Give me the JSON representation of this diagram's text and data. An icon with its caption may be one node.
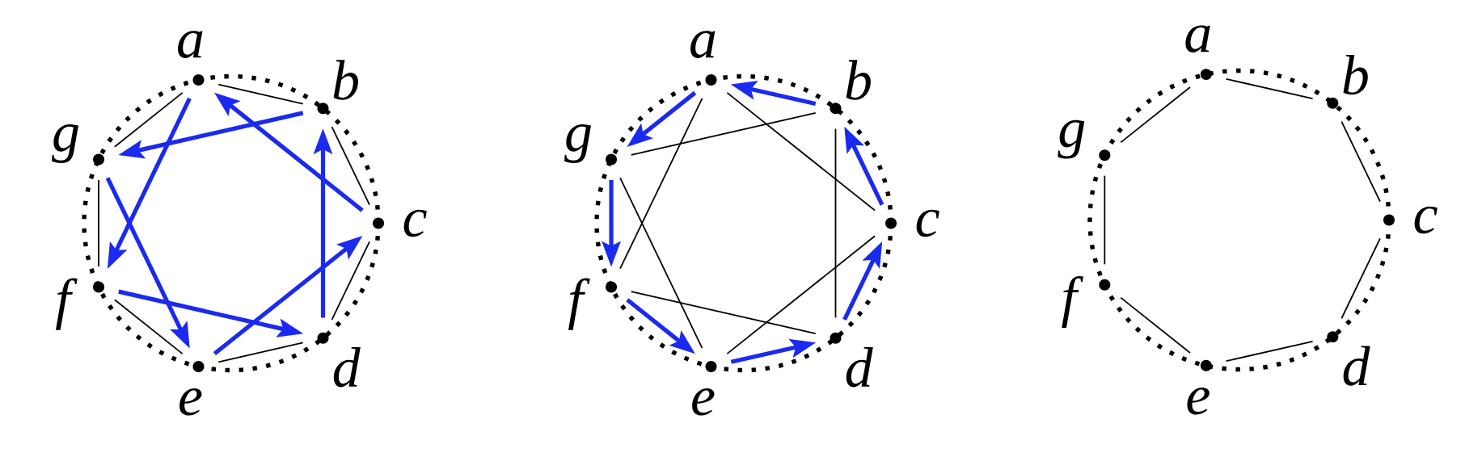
{
  "diagram": {
    "nodes": [
      {
        "text": [
          "a"
        ]
      },
      {
        "text": [
          "b"
        ]
      },
      {
        "text": [
          "c"
        ]
      },
      {
        "text": [
          "d"
        ]
      },
      {
        "text": [
          "e"
        ]
      },
      {
        "text": [
          "f"
        ]
      },
      {
        "text": [
          "g"
        ]
      },
      {
        "text": [
          "a"
        ]
      },
      {
        "text": [
          "b"
        ]
      },
      {
        "text": [
          "c"
        ]
      },
      {
        "text": [
          "d"
        ]
      },
      {
        "text": [
          "e"
        ]
      },
      {
        "text": [
          "f"
        ]
      },
      {
        "text": [
          "g"
        ]
      },
      {
        "text": [
          "a"
        ]
      },
      {
        "text": [
          "b"
        ]
      },
      {
        "text": [
          "c"
        ]
      },
      {
        "text": [
          "d"
        ]
      },
      {
        "text": [
          "e"
        ]
      },
      {
        "text": [
          "f"
        ]
      },
      {
        "text": [
          "g"
        ]
      }
    ],
    "edges": [
      {
        "from": 0,
        "to": 1,
        "arrow": "none"
      },
      {
        "from": 1,
        "to": 2,
        "arrow": "none"
      },
      {
        "from": 2,
        "to": 3,
        "arrow": "none"
      },
      {
        "from": 3,
        "to": 4,
        "arrow": "none"
      },
      {
        "from": 4,
        "to": 5,
        "arrow": "none"
      },
      {
        "from": 5,
        "to": 6,
        "arrow": "none"
      },
      {
        "from": 6,
        "to": 0,
        "arrow": "none"
      },
      {
        "from": 1,
        "to": 6,
        "arrow": "to",
        "style": "thick",
        "color": "#1a2af0"
      },
      {
        "from": 2,
        "to": 0,
        "arrow": "to",
        "style": "thick",
        "color": "#1a2af0"
      },
      {
        "from": 0,
        "to": 5,
        "arrow": "to",
        "style": "thick",
        "color": "#1a2af0"
      },
      {
        "from": 6,
        "to": 4,
        "arrow": "to",
        "style": "thick",
        "color": "#1a2af0"
      },
      {
        "from": 5,
        "to": 3,
        "arrow": "to",
        "style": "thick",
        "color": "#1a2af0"
      },
      {
        "from": 4,
        "to": 2,
        "arrow": "to",
        "style": "thick",
        "color": "#1a2af0"
      },
      {
        "from": 3,
        "to": 1,
        "arrow": "to",
        "style": "thick",
        "color": "#1a2af0"
      },
      {
        "from": 7,
        "to": 9,
        "arrow": "none"
      },
      {
        "from": 8,
        "to": 10,
        "arrow": "none"
      },
      {
        "from": 9,
        "to": 11,
        "arrow": "none"
      },
      {
        "from": 10,
        "to": 12,
        "arrow": "none"
      },
      {
        "from": 11,
        "to": 13,
        "arrow": "none"
      },
      {
        "from": 12,
        "to": 7,
        "arrow": "none"
      },
      {
        "from": 13,
        "to": 8,
        "arrow": "none"
      },
      {
        "from": 8,
        "to": 7,
        "arrow": "to",
        "style": "thick",
        "color": "#1a2af0"
      },
      {
        "from": 7,
        "to": 13,
        "arrow": "to",
        "style": "thick",
        "color": "#1a2af0"
      },
      {
        "from": 13,
        "to": 12,
        "arrow": "to",
        "style": "thick",
        "color": "#1a2af0"
      },
      {
        "from": 12,
        "to": 11,
        "arrow": "to",
        "style": "thick",
        "color": "#1a2af0"
      },
      {
        "from": 11,
        "to": 10,
        "arrow": "to",
        "style": "thick",
        "color": "#1a2af0"
      },
      {
        "from": 10,
        "to": 9,
        "arrow": "to",
        "style": "thick",
        "color": "#1a2af0"
      },
      {
        "from": 9,
        "to": 8,
        "arrow": "to",
        "style": "thick",
        "color": "#1a2af0"
      },
      {
        "from": 14,
        "to": 15,
        "arrow": "none"
      },
      {
        "from": 15,
        "to": 16,
        "arrow": "none"
      },
      {
        "from": 16,
        "to": 17,
        "arrow": "none"
      },
      {
        "from": 17,
        "to": 18,
        "arrow": "none"
      },
      {
        "from": 18,
        "to": 19,
        "arrow": "none"
      },
      {
        "from": 19,
        "to": 20,
        "arrow": "none"
      },
      {
        "from": 20,
        "to": 14,
        "arrow": "none"
      }
    ]
  }
}
